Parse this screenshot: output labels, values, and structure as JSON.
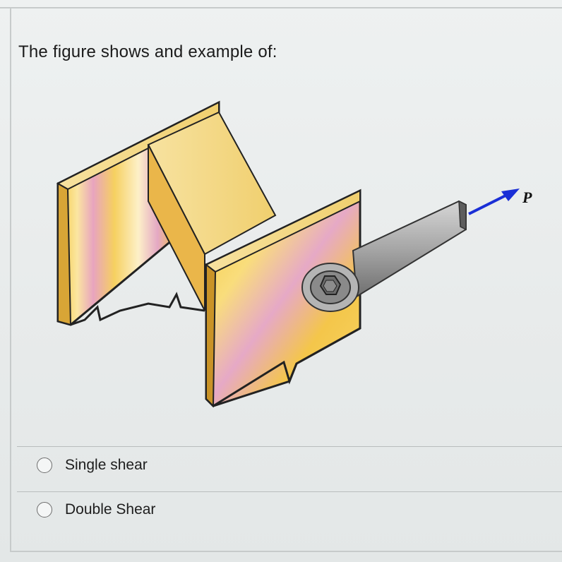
{
  "question": {
    "text": "The figure shows and example of:"
  },
  "figure": {
    "force_label": "P"
  },
  "options": [
    {
      "label": "Single shear",
      "selected": false
    },
    {
      "label": "Double Shear",
      "selected": false
    }
  ],
  "colors": {
    "beam_yellow": "#f2c23a",
    "beam_pink": "#e9a6c0",
    "arrow_blue": "#1a2fd6",
    "link_gray": "#9a9a9a"
  }
}
